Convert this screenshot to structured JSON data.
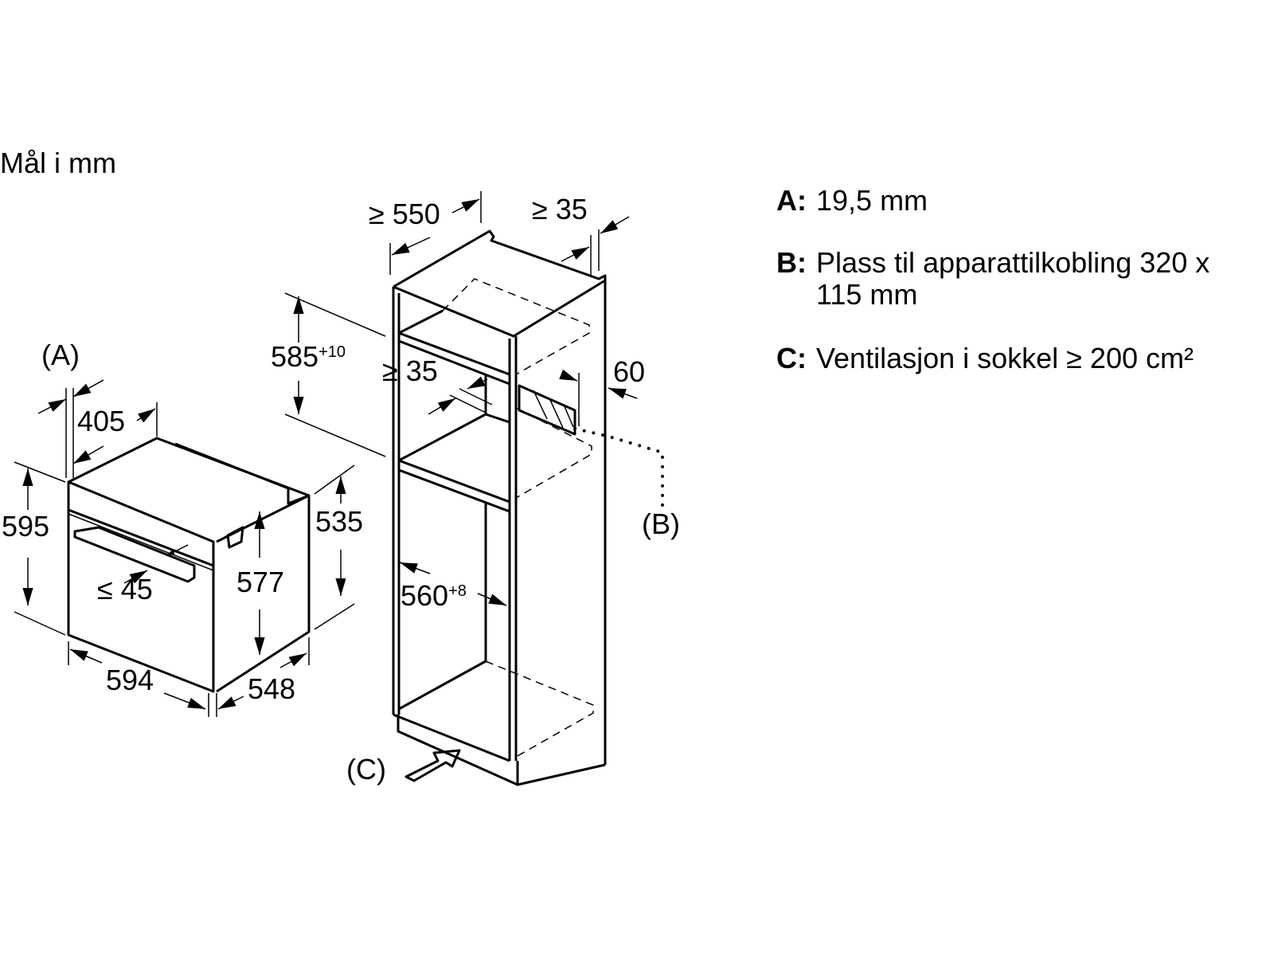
{
  "units_label": "Mål i mm",
  "oven": {
    "label_a": "(A)",
    "dim_405": "405",
    "dim_595": "595",
    "dim_535": "535",
    "dim_577": "577",
    "dim_45": "≤ 45",
    "dim_594": "594",
    "dim_548": "548"
  },
  "cabinet": {
    "dim_550": "≥ 550",
    "dim_35_top": "≥ 35",
    "dim_585": "585",
    "dim_585_tol": "+10",
    "dim_35_mid": "≥ 35",
    "dim_60": "60",
    "label_b": "(B)",
    "dim_560": "560",
    "dim_560_tol": "+8",
    "label_c": "(C)"
  },
  "legend": [
    {
      "key": "A:",
      "text": "19,5 mm"
    },
    {
      "key": "B:",
      "text": "Plass til apparattilkobling 320 x",
      "text2": "115 mm"
    },
    {
      "key": "C:",
      "text": "Ventilasjon i sokkel ≥ 200 cm²"
    }
  ]
}
